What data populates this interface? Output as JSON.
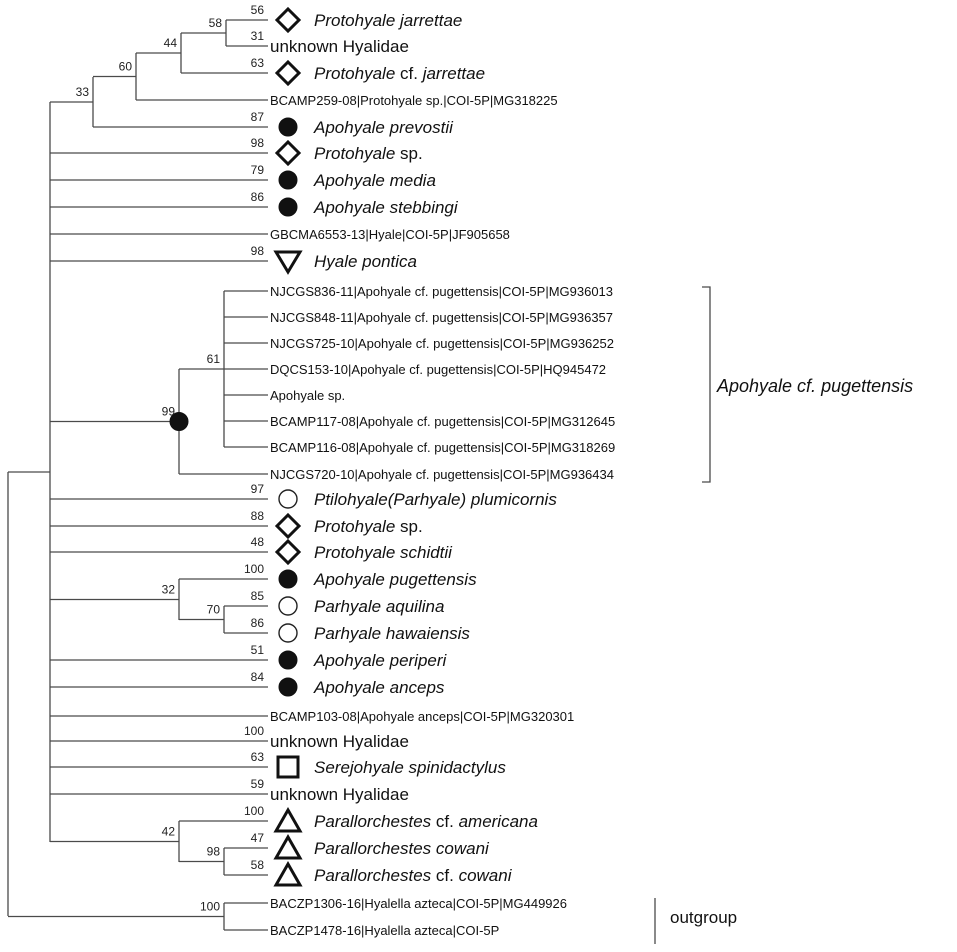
{
  "taxa": [
    {
      "id": "t1",
      "parts": [
        {
          "t": "Protohyale jarrettae",
          "i": true
        }
      ],
      "boot": "56",
      "symbol": "diamond",
      "big": true
    },
    {
      "id": "t2",
      "parts": [
        {
          "t": "unknown Hyalidae",
          "i": false
        }
      ],
      "boot": "31",
      "symbol": "none",
      "big": true
    },
    {
      "id": "t3",
      "parts": [
        {
          "t": "Protohyale",
          "i": true
        },
        {
          "t": " cf. ",
          "i": false
        },
        {
          "t": "jarrettae",
          "i": true
        }
      ],
      "boot": "63",
      "symbol": "diamond",
      "big": true
    },
    {
      "id": "t4",
      "parts": [
        {
          "t": "BCAMP259-08|Protohyale sp.|COI-5P|MG318225",
          "i": false
        }
      ],
      "boot": "",
      "symbol": "none",
      "big": false
    },
    {
      "id": "t5",
      "parts": [
        {
          "t": "Apohyale prevostii",
          "i": true
        }
      ],
      "boot": "87",
      "symbol": "circle-filled",
      "big": true
    },
    {
      "id": "t6",
      "parts": [
        {
          "t": "Protohyale",
          "i": true
        },
        {
          "t": " sp.",
          "i": false
        }
      ],
      "boot": "98",
      "symbol": "diamond",
      "big": true
    },
    {
      "id": "t7",
      "parts": [
        {
          "t": "Apohyale media",
          "i": true
        }
      ],
      "boot": "79",
      "symbol": "circle-filled",
      "big": true
    },
    {
      "id": "t8",
      "parts": [
        {
          "t": "Apohyale stebbingi",
          "i": true
        }
      ],
      "boot": "86",
      "symbol": "circle-filled",
      "big": true
    },
    {
      "id": "t9",
      "parts": [
        {
          "t": "GBCMA6553-13|Hyale|COI-5P|JF905658",
          "i": false
        }
      ],
      "boot": "",
      "symbol": "none",
      "big": false
    },
    {
      "id": "t10",
      "parts": [
        {
          "t": "Hyale pontica",
          "i": true
        }
      ],
      "boot": "98",
      "symbol": "triangle-down",
      "big": true
    },
    {
      "id": "t11",
      "parts": [
        {
          "t": "NJCGS836-11|Apohyale cf. pugettensis|COI-5P|MG936013",
          "i": false
        }
      ],
      "boot": "",
      "symbol": "none",
      "big": false
    },
    {
      "id": "t12",
      "parts": [
        {
          "t": "NJCGS848-11|Apohyale cf. pugettensis|COI-5P|MG936357",
          "i": false
        }
      ],
      "boot": "",
      "symbol": "none",
      "big": false
    },
    {
      "id": "t13",
      "parts": [
        {
          "t": "NJCGS725-10|Apohyale cf. pugettensis|COI-5P|MG936252",
          "i": false
        }
      ],
      "boot": "",
      "symbol": "none",
      "big": false
    },
    {
      "id": "t14",
      "parts": [
        {
          "t": "DQCS153-10|Apohyale cf. pugettensis|COI-5P|HQ945472",
          "i": false
        }
      ],
      "boot": "",
      "symbol": "none",
      "big": false
    },
    {
      "id": "t15",
      "parts": [
        {
          "t": "Apohyale sp.",
          "i": false
        }
      ],
      "boot": "",
      "symbol": "none",
      "big": false
    },
    {
      "id": "t16",
      "parts": [
        {
          "t": "BCAMP117-08|Apohyale cf. pugettensis|COI-5P|MG312645",
          "i": false
        }
      ],
      "boot": "",
      "symbol": "none",
      "big": false
    },
    {
      "id": "t17",
      "parts": [
        {
          "t": "BCAMP116-08|Apohyale cf. pugettensis|COI-5P|MG318269",
          "i": false
        }
      ],
      "boot": "",
      "symbol": "none",
      "big": false
    },
    {
      "id": "t18",
      "parts": [
        {
          "t": "NJCGS720-10|Apohyale cf. pugettensis|COI-5P|MG936434",
          "i": false
        }
      ],
      "boot": "",
      "symbol": "none",
      "big": false
    },
    {
      "id": "t19",
      "parts": [
        {
          "t": "Ptilohyale(Parhyale) plumicornis",
          "i": true
        }
      ],
      "boot": "97",
      "symbol": "circle-open",
      "big": true
    },
    {
      "id": "t20",
      "parts": [
        {
          "t": "Protohyale",
          "i": true
        },
        {
          "t": " sp.",
          "i": false
        }
      ],
      "boot": "88",
      "symbol": "diamond",
      "big": true
    },
    {
      "id": "t21",
      "parts": [
        {
          "t": "Protohyale schidtii",
          "i": true
        }
      ],
      "boot": "48",
      "symbol": "diamond",
      "big": true
    },
    {
      "id": "t22",
      "parts": [
        {
          "t": "Apohyale pugettensis",
          "i": true
        }
      ],
      "boot": "100",
      "symbol": "circle-filled",
      "big": true
    },
    {
      "id": "t23",
      "parts": [
        {
          "t": "Parhyale aquilina",
          "i": true
        }
      ],
      "boot": "85",
      "symbol": "circle-open",
      "big": true
    },
    {
      "id": "t24",
      "parts": [
        {
          "t": "Parhyale hawaiensis",
          "i": true
        }
      ],
      "boot": "86",
      "symbol": "circle-open",
      "big": true
    },
    {
      "id": "t25",
      "parts": [
        {
          "t": "Apohyale periperi",
          "i": true
        }
      ],
      "boot": "51",
      "symbol": "circle-filled",
      "big": true
    },
    {
      "id": "t26",
      "parts": [
        {
          "t": "Apohyale anceps",
          "i": true
        }
      ],
      "boot": "84",
      "symbol": "circle-filled",
      "big": true
    },
    {
      "id": "t27",
      "parts": [
        {
          "t": "BCAMP103-08|Apohyale anceps|COI-5P|MG320301",
          "i": false
        }
      ],
      "boot": "",
      "symbol": "none",
      "big": false
    },
    {
      "id": "t28",
      "parts": [
        {
          "t": "unknown Hyalidae",
          "i": false
        }
      ],
      "boot": "100",
      "symbol": "none",
      "big": true
    },
    {
      "id": "t29",
      "parts": [
        {
          "t": "Serejohyale spinidactylus",
          "i": true
        }
      ],
      "boot": "63",
      "symbol": "square",
      "big": true
    },
    {
      "id": "t30",
      "parts": [
        {
          "t": "unknown Hyalidae",
          "i": false
        }
      ],
      "boot": "59",
      "symbol": "none",
      "big": true
    },
    {
      "id": "t31",
      "parts": [
        {
          "t": "Parallorchestes",
          "i": true
        },
        {
          "t": " cf. ",
          "i": false
        },
        {
          "t": "americana",
          "i": true
        }
      ],
      "boot": "100",
      "symbol": "triangle-up",
      "big": true
    },
    {
      "id": "t32",
      "parts": [
        {
          "t": "Parallorchestes cowani",
          "i": true
        }
      ],
      "boot": "47",
      "symbol": "triangle-up",
      "big": true
    },
    {
      "id": "t33",
      "parts": [
        {
          "t": "Parallorchestes",
          "i": true
        },
        {
          "t": " cf. ",
          "i": false
        },
        {
          "t": "cowani",
          "i": true
        }
      ],
      "boot": "58",
      "symbol": "triangle-up",
      "big": true
    },
    {
      "id": "t34",
      "parts": [
        {
          "t": "BACZP1306-16|Hyalella azteca|COI-5P|MG449926",
          "i": false
        }
      ],
      "boot": "",
      "symbol": "none",
      "big": false
    },
    {
      "id": "t35",
      "parts": [
        {
          "t": "BACZP1478-16|Hyalella azteca|COI-5P",
          "i": false
        }
      ],
      "boot": "",
      "symbol": "none",
      "big": false
    }
  ],
  "nodes": [
    {
      "id": "n1",
      "boot": "58"
    },
    {
      "id": "n2",
      "boot": "44"
    },
    {
      "id": "n3",
      "boot": "60"
    },
    {
      "id": "n4",
      "boot": "33"
    },
    {
      "id": "n5",
      "boot": "61"
    },
    {
      "id": "n6",
      "boot": "99",
      "marked": true
    },
    {
      "id": "n7",
      "boot": "70"
    },
    {
      "id": "n8",
      "boot": "32"
    },
    {
      "id": "n9",
      "boot": "98"
    },
    {
      "id": "n10",
      "boot": "42"
    },
    {
      "id": "n11",
      "boot": ""
    },
    {
      "id": "n12",
      "boot": "100"
    },
    {
      "id": "root",
      "boot": ""
    }
  ],
  "clade_label": "Apohyale cf. pugettensis",
  "outgroup_label": "outgroup"
}
